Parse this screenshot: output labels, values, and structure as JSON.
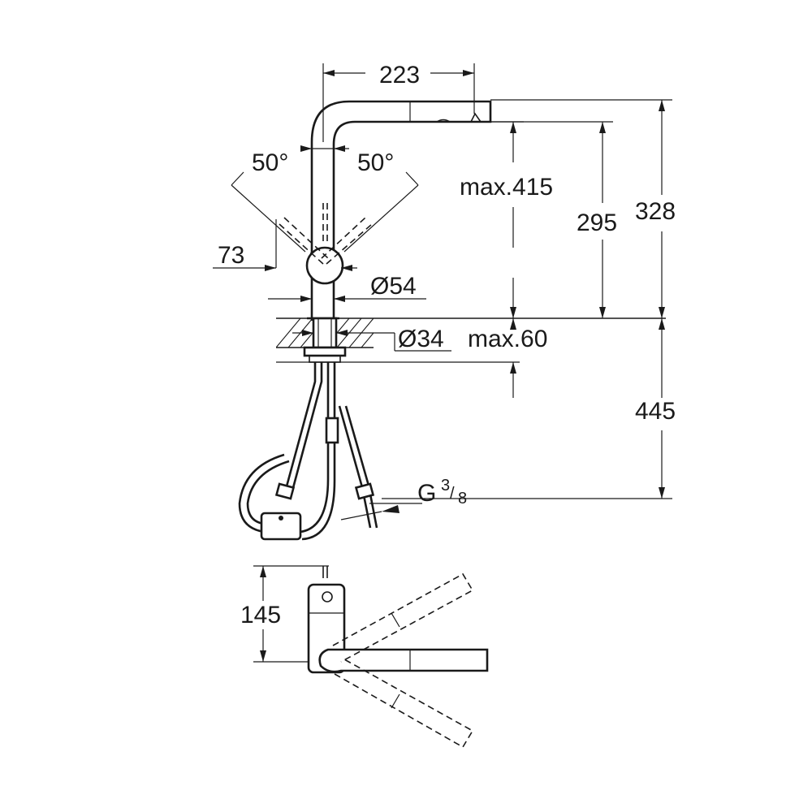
{
  "dimensions": {
    "spout_reach": "223",
    "angle_left": "50°",
    "angle_right": "50°",
    "base_offset": "73",
    "body_diameter": "Ø54",
    "hole_diameter": "Ø34",
    "pullout_max": "max.415",
    "spout_height": "295",
    "total_height": "328",
    "deck_thickness_max": "max.60",
    "hose_length": "445",
    "thread_main": "G",
    "thread_num": "3",
    "thread_den": "8",
    "top_view_height": "145"
  }
}
